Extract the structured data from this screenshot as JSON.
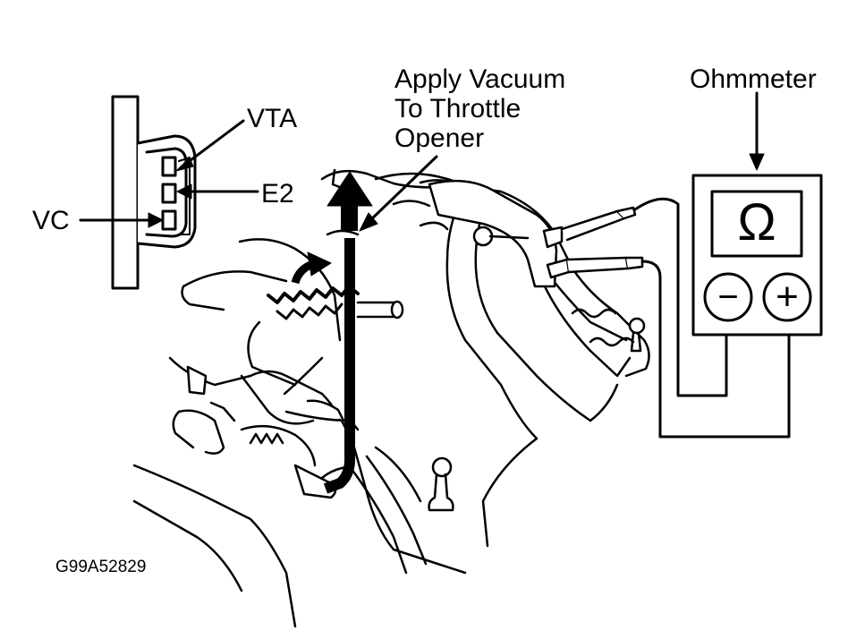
{
  "labels": {
    "vacuum_line1": "Apply Vacuum",
    "vacuum_line2": "To Throttle",
    "vacuum_line3": "Opener",
    "ohmmeter": "Ohmmeter",
    "vta": "VTA",
    "e2": "E2",
    "vc": "VC",
    "figure_id": "G99A52829"
  },
  "meter": {
    "symbol": "Ω",
    "minus": "−",
    "plus": "+"
  },
  "colors": {
    "ink": "#000000",
    "paper": "#ffffff"
  }
}
